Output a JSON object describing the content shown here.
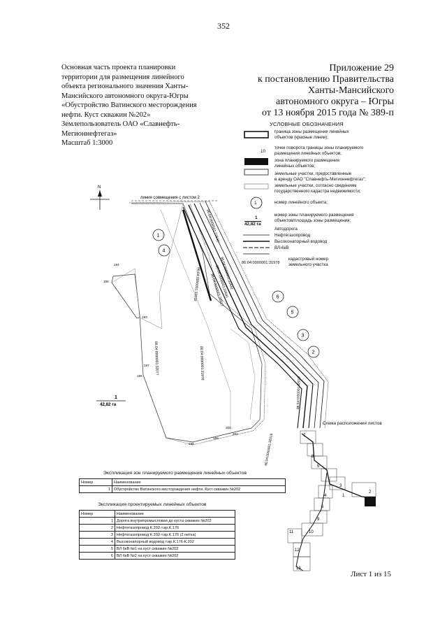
{
  "page_number": "352",
  "left_block": {
    "lines": [
      "Основная часть проекта планировки",
      "территории для размещения линейного",
      "объекта регионального значения Ханты-",
      "Мансийского автономного округа-Югры",
      "«Обустройство Ватинского месторождения",
      "нефти. Куст скважин №202»",
      "Землепользователь ОАО «Славнефть-",
      "Мегионнефтегаз»",
      "Масштаб 1:3000"
    ]
  },
  "appendix": {
    "lines": [
      "Приложение 29",
      "к постановлению Правительства",
      "Ханты-Мансийского",
      "автономного округа – Югры",
      "от 13 ноября 2015 года № 389-п"
    ]
  },
  "legend": {
    "title": "УСЛОВНЫЕ ОБОЗНАЧЕНИЯ",
    "items": [
      {
        "text1": "граница зоны размещения линейных",
        "text2": "объектов (красные линии);"
      },
      {
        "symbol": "10",
        "text1": "точки поворота границы зоны планируемого",
        "text2": "размещения линейных объектов;"
      },
      {
        "text1": "зона планируемого размещения",
        "text2": "линейных объектов;"
      },
      {
        "text1": "земельные участки, предоставленные",
        "text2": "в аренду ОАО \"Славнефть-Мегионнефтегаз\";"
      },
      {
        "text1": "земельные участки, согласно сведениям",
        "text2": "государственного кадастра недвижимости;"
      },
      {
        "symbol": "1",
        "text1": "номер линейного объекта;"
      },
      {
        "symbol": "1",
        "symbol2": "42,82 га",
        "text1": "номер зоны планируемого размещения",
        "text2": "объектов/площадь зоны размещения;"
      },
      {
        "text1": "Автодорога"
      },
      {
        "text1": "Нефтегазопровод"
      },
      {
        "text1": "Высоконапорный водовод"
      },
      {
        "text1": "ВЛ-6кВ"
      },
      {
        "symbol": "86:04:0000001:31978",
        "text1": "кадастровый номер",
        "text2": "земельного участка"
      }
    ]
  },
  "map": {
    "north": "N",
    "align_line_label": "линия совмещения с листом 2",
    "object_numbers": [
      "1",
      "4",
      "6",
      "5",
      "3",
      "2"
    ],
    "points": [
      "194",
      "195",
      "193",
      "196",
      "197",
      "198",
      "199",
      "200",
      "201"
    ],
    "zone_number": "1",
    "zone_area": "42,82 га",
    "cadastral": [
      "86:04:0000001:32640",
      "86:04:0000001:32018",
      "86:04:0000001:32642",
      "86:04:0000001:32641",
      "86:04:0000001:32017",
      "86:04:0000001:31978",
      "86:04:0000001:32077",
      "86:04:0000001:32019",
      "86:04:0000001:32018"
    ]
  },
  "scheme": {
    "title": "Схема расположения листов",
    "sheets": [
      "1",
      "2",
      "3",
      "4",
      "5",
      "6",
      "7",
      "8",
      "9",
      "10",
      "11",
      "12",
      "13"
    ]
  },
  "table1": {
    "title": "Экспликация зон планируемого размещения линейных объектов",
    "headers": [
      "Номер",
      "Наименование"
    ],
    "rows": [
      {
        "num": "1",
        "name": "Обустройство Ватинского месторождения нефти. Куст скважин №202"
      }
    ]
  },
  "table2": {
    "title": "Экспликация проектируемых линейных объектов",
    "headers": [
      "Номер",
      "Наименование"
    ],
    "rows": [
      {
        "num": "1",
        "name": "Дорога внутрипромысловая до куста скважин №202"
      },
      {
        "num": "2",
        "name": "Нефтегазопровод К.202-т.вр.К.176"
      },
      {
        "num": "3",
        "name": "Нефтегазопровод К.202-т.вр.К.176 (2 нитка)"
      },
      {
        "num": "4",
        "name": "Высоконапорный водовод т.вр.К.176-К.202"
      },
      {
        "num": "5",
        "name": "ВЛ 6кВ №1 на куст скважин №202"
      },
      {
        "num": "6",
        "name": "ВЛ 6кВ №2 на куст скважин №202"
      }
    ]
  },
  "sheet_label": "Лист 1 из 15"
}
